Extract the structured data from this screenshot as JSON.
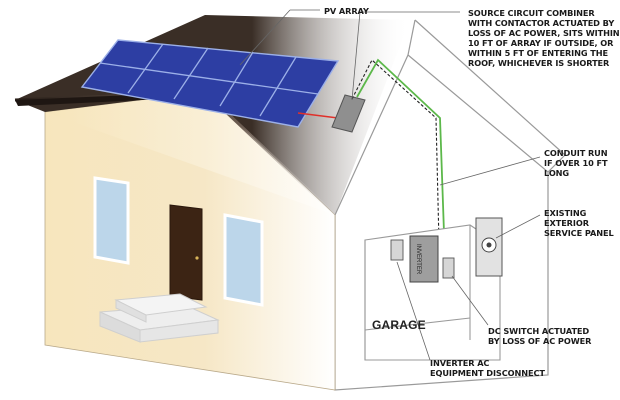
{
  "labels": {
    "pv_array": "PV ARRAY",
    "combiner": [
      "SOURCE CIRCUIT COMBINER",
      "WITH CONTACTOR ACTUATED BY",
      "LOSS OF AC POWER, SITS WITHIN",
      "10 FT OF ARRAY IF OUTSIDE, OR",
      "WITHIN 5 FT OF ENTERING THE",
      "ROOF, WHICHEVER IS SHORTER"
    ],
    "conduit": [
      "CONDUIT RUN",
      "IF OVER 10 FT",
      "LONG"
    ],
    "service_panel": [
      "EXISTING",
      "EXTERIOR",
      "SERVICE PANEL"
    ],
    "dc_switch": [
      "DC SWITCH ACTUATED",
      "BY LOSS OF AC POWER"
    ],
    "ac_disconnect": [
      "INVERTER AC",
      "EQUIPMENT DISCONNECT"
    ],
    "inverter": "INVERTER",
    "garage": "GARAGE"
  },
  "colors": {
    "wall": "#f7e6bd",
    "roof": "#3a2e26",
    "panel": "#2d3ea3",
    "door": "#3c2414",
    "window": "#bcd6ea",
    "wire_green": "#5cb84a",
    "wire_red": "#e0302a"
  }
}
